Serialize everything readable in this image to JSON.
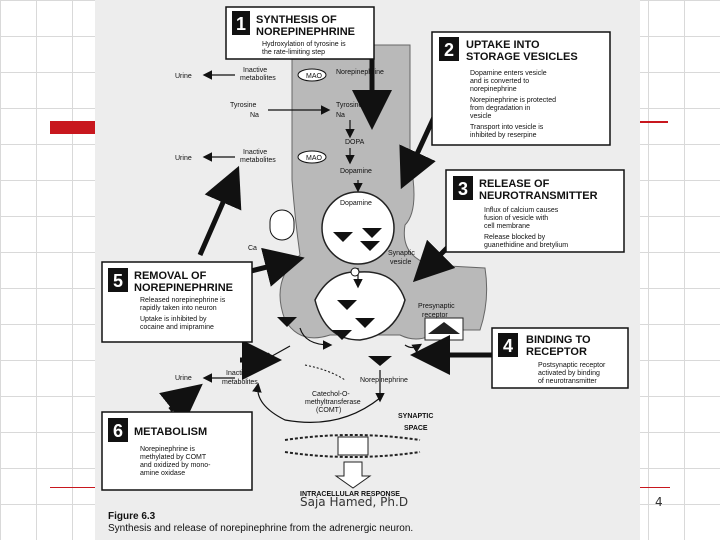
{
  "slide": {
    "footer": "Saja Hamed, Ph.D",
    "page_number": "4",
    "accent_color": "#c8171e"
  },
  "figure": {
    "label": "Figure 6.3",
    "caption": "Synthesis and release of norepinephrine from the adrenergic neuron."
  },
  "steps": [
    {
      "number": "1",
      "title": [
        "SYNTHESIS OF",
        "NOREPINEPHRINE"
      ],
      "bullets": [
        [
          "Hydroxylation of tyrosine is",
          "the rate-limiting step"
        ]
      ]
    },
    {
      "number": "2",
      "title": [
        "UPTAKE INTO",
        "STORAGE VESICLES"
      ],
      "bullets": [
        [
          "Dopamine enters vesicle",
          "and is converted to",
          "norepinephrine"
        ],
        [
          "Norepinephrine is protected",
          "from degradation in",
          "vesicle"
        ],
        [
          "Transport into vesicle is",
          "inhibited by reserpine"
        ]
      ]
    },
    {
      "number": "3",
      "title": [
        "RELEASE OF",
        "NEUROTRANSMITTER"
      ],
      "bullets": [
        [
          "Influx of calcium causes",
          "fusion of vesicle with",
          "cell membrane"
        ],
        [
          "Release blocked by",
          "guanethidine and bretylium"
        ]
      ]
    },
    {
      "number": "4",
      "title": [
        "BINDING TO",
        "RECEPTOR"
      ],
      "bullets": [
        [
          "Postsynaptic receptor",
          "activated by binding",
          "of neurotransmitter"
        ]
      ]
    },
    {
      "number": "5",
      "title": [
        "REMOVAL OF",
        "NOREPINEPHRINE"
      ],
      "bullets": [
        [
          "Released norepinephrine is",
          "rapidly taken into neuron"
        ],
        [
          "Uptake is inhibited by",
          "cocaine and imipramine"
        ]
      ]
    },
    {
      "number": "6",
      "title": [
        "METABOLISM"
      ],
      "bullets": [
        [
          "Norepinephrine is",
          "methylated by COMT",
          "and oxidized by mono-",
          "amine oxidase"
        ]
      ]
    }
  ],
  "labels": {
    "urine": "Urine",
    "inactive_metabolites": [
      "Inactive",
      "metabolites"
    ],
    "mao": "MAO",
    "norepinephrine": "Norepinephrine",
    "tyrosine": "Tyrosine",
    "na": "Na",
    "dopa": "DOPA",
    "dopamine": "Dopamine",
    "ca": "Ca",
    "synaptic_vesicle": [
      "Synaptic",
      "vesicle"
    ],
    "presynaptic_receptor": [
      "Presynaptic",
      "receptor"
    ],
    "comt": [
      "Catechol-O-",
      "methyltransferase",
      "(COMT)"
    ],
    "synaptic_space": [
      "SYNAPTIC",
      "SPACE"
    ],
    "intracellular_response": "INTRACELLULAR RESPONSE"
  }
}
